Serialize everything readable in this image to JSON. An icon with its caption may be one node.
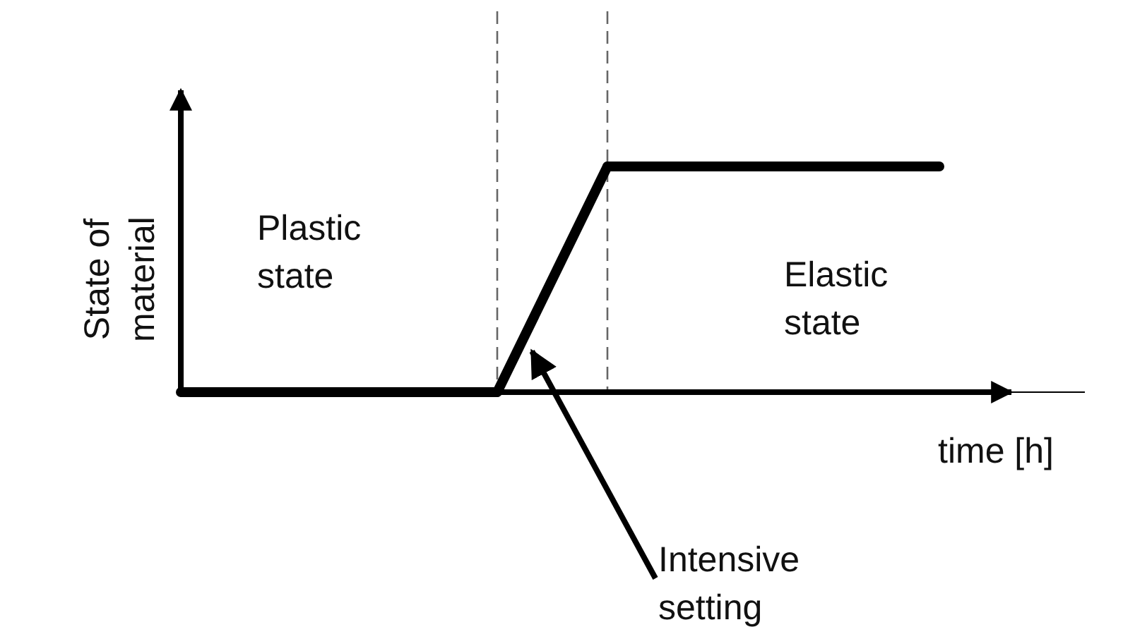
{
  "diagram": {
    "nodes": [
      {
        "text": [
          "Intensive setting"
        ]
      },
      {
        "text": [],
        "shape": "line"
      }
    ],
    "edges": [
      {
        "from": 0,
        "to": 1,
        "arrow": "to"
      }
    ],
    "labels": [
      "State of material",
      "Plastic state",
      "Elastic state",
      "time [h]"
    ]
  }
}
